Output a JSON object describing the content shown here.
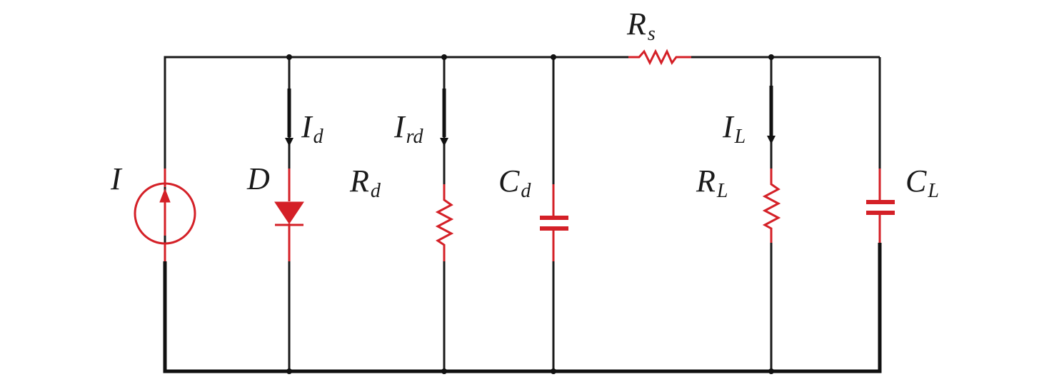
{
  "diagram": {
    "type": "equivalent-circuit",
    "colors": {
      "wire": "#1a1a1a",
      "component": "#d42027"
    },
    "components": [
      {
        "id": "current-source",
        "symbol": "I",
        "sub": ""
      },
      {
        "id": "diode",
        "symbol": "D",
        "sub": ""
      },
      {
        "id": "shunt-resistor",
        "symbol": "R",
        "sub": "d"
      },
      {
        "id": "diode-capacitor",
        "symbol": "C",
        "sub": "d"
      },
      {
        "id": "series-resistor",
        "symbol": "R",
        "sub": "s"
      },
      {
        "id": "load-resistor",
        "symbol": "R",
        "sub": "L"
      },
      {
        "id": "load-capacitor",
        "symbol": "C",
        "sub": "L"
      }
    ],
    "currents": [
      {
        "id": "diode-current",
        "symbol": "I",
        "sub": "d"
      },
      {
        "id": "shunt-current",
        "symbol": "I",
        "sub": "rd"
      },
      {
        "id": "load-current",
        "symbol": "I",
        "sub": "L"
      }
    ]
  }
}
